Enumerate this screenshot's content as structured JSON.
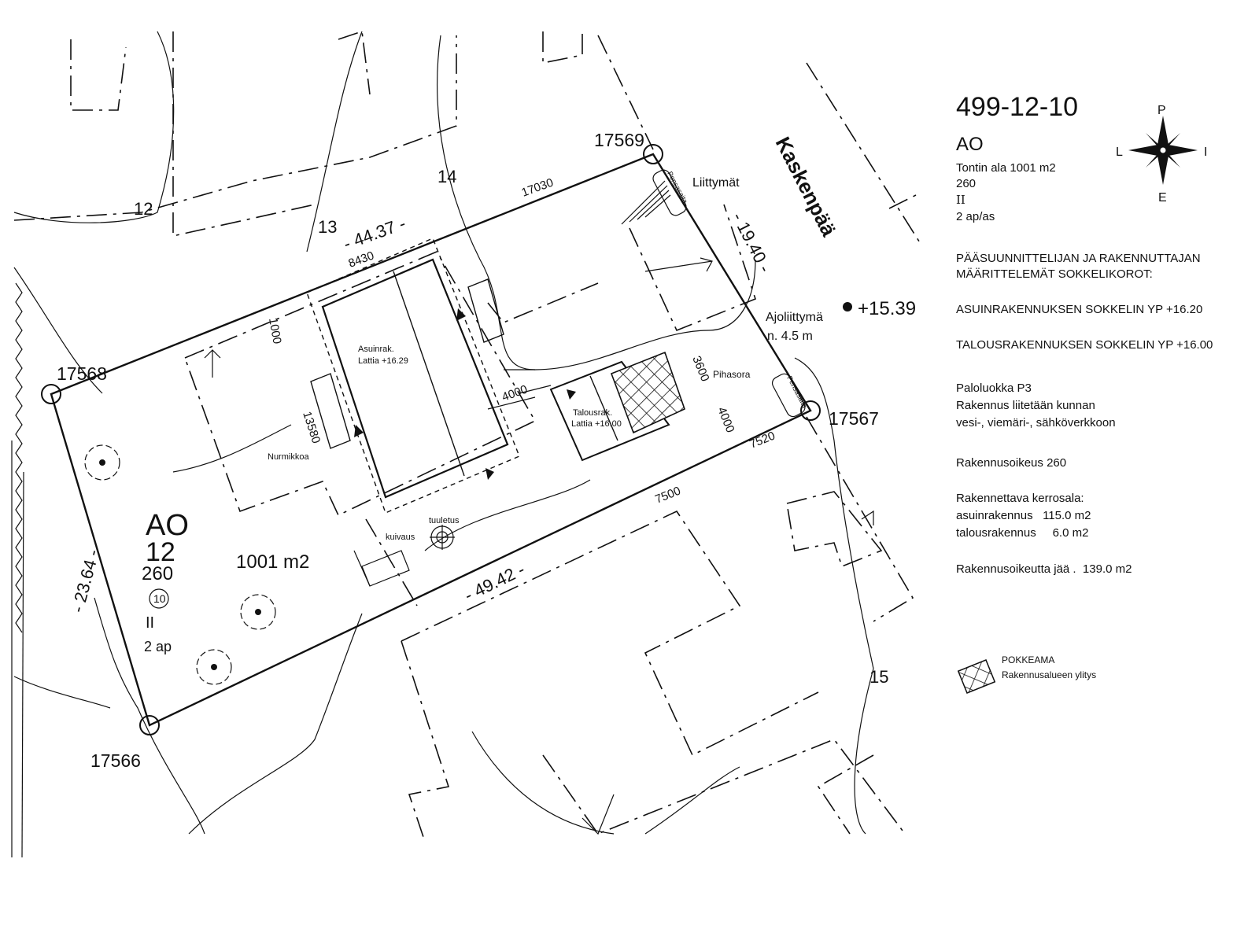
{
  "plan": {
    "plot_id": "499-12-10",
    "zone": "AO",
    "plot_area_text": "Tontin ala 1001 m2",
    "building_right": "260",
    "floors": "II",
    "apartments": "2 ap/as",
    "street_name": "Kaskenpää",
    "neighbours": [
      "12",
      "13",
      "14",
      "15"
    ],
    "points": {
      "p17569": "17569",
      "p17568": "17568",
      "p17567": "17567",
      "p17566": "17566"
    },
    "edges": {
      "north": "- 44.37 -",
      "east": "- 19.40 -",
      "south": "- 49.42 -",
      "west": "- 23.64 -"
    },
    "dims": {
      "d17030": "17030",
      "d8430": "8430",
      "d1000": "1000",
      "d13580": "13580",
      "d4000a": "4000",
      "d3600": "3600",
      "d4000b": "4000",
      "d7520": "7520",
      "d7500": "7500"
    },
    "labels": {
      "liittymat": "Liittymät",
      "pensasaita": "Pensasaita",
      "ajoliittyma": "Ajoliittymä",
      "ajoliittyma_width": "n. 4.5 m",
      "spot_height": "+15.39",
      "asuinrak": "Asuinrak.",
      "asuinrak_floor": "Lattia +16.29",
      "talousrak": "Talousrak.",
      "talousrak_floor": "Lattia +16.00",
      "pihasora": "Pihasora",
      "nurmikkoa": "Nurmikkoa",
      "tuuletus": "tuuletus",
      "kuivaus": "kuivaus"
    },
    "plot_block": {
      "zone": "AO",
      "block_no": "12",
      "right": "260",
      "circle_no": "10",
      "floors": "II",
      "apartments": "2 ap",
      "area": "1001 m2"
    }
  },
  "compass": {
    "n": "P",
    "s": "E",
    "w": "L",
    "e": "I"
  },
  "notes": {
    "sokkeli_heading_1": "PÄÄSUUNNITTELIJAN JA RAKENNUTTAJAN",
    "sokkeli_heading_2": "MÄÄRITTELEMÄT SOKKELIKOROT:",
    "asuin_sokkeli": "ASUINRAKENNUKSEN SOKKELIN YP +16.20",
    "talous_sokkeli": "TALOUSRAKENNUKSEN SOKKELIN YP +16.00",
    "fire_class": "Paloluokka P3",
    "network_1": "Rakennus liitetään kunnan",
    "network_2": "vesi-, viemäri-, sähköverkkoon",
    "building_right": "Rakennusoikeus  260",
    "floor_area_title": "Rakennettava kerrosala:",
    "asuin_area": "asuinrakennus   115.0 m2",
    "talous_area": "talousrakennus     6.0 m2",
    "remaining": "Rakennusoikeutta jää .  139.0 m2",
    "legend_title": "POKKEAMA",
    "legend_desc": "Rakennusalueen ylitys"
  }
}
